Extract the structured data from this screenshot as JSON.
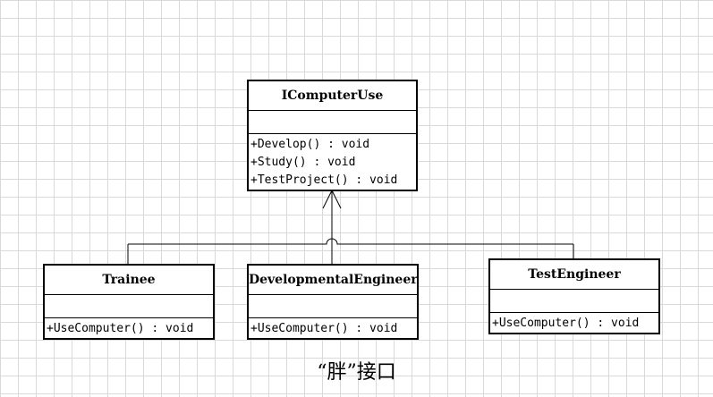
{
  "interface": {
    "name": "IComputerUse",
    "operations": [
      "+Develop() : void",
      "+Study() : void",
      "+TestProject() : void"
    ]
  },
  "classes": [
    {
      "name": "Trainee",
      "operations": [
        "+UseComputer() : void"
      ]
    },
    {
      "name": "DevelopmentalEngineer",
      "operations": [
        "+UseComputer() : void"
      ]
    },
    {
      "name": "TestEngineer",
      "operations": [
        "+UseComputer() : void"
      ]
    }
  ],
  "caption": "“胖”接口"
}
